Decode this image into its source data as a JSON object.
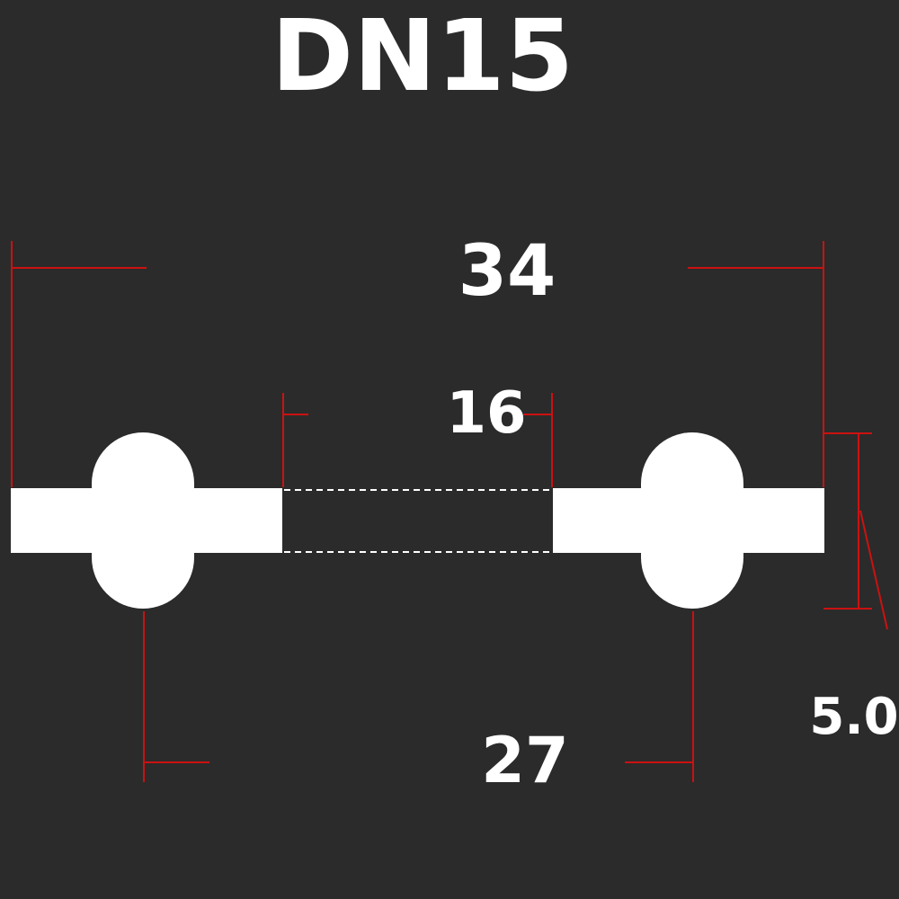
{
  "title": "DN15",
  "dimensions": {
    "outer_diameter": "34",
    "inner_diameter": "16",
    "bead_spacing": "27",
    "thickness": "5.0"
  },
  "colors": {
    "background": "#2b2b2b",
    "part": "#ffffff",
    "dimension_line": "#cc1111",
    "text": "#ffffff"
  }
}
